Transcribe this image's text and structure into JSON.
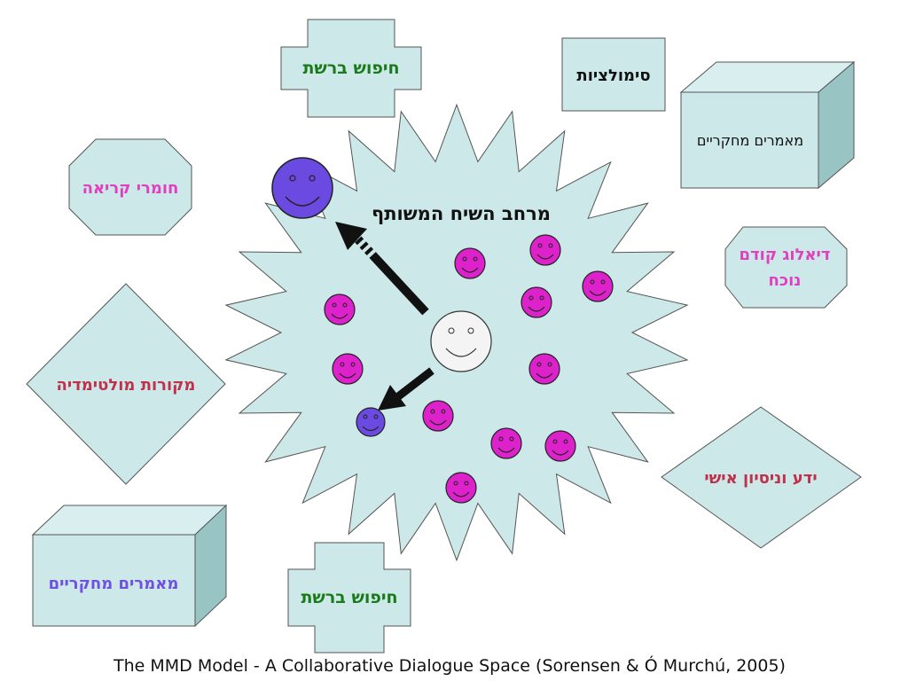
{
  "colors": {
    "shape_fill": "#cce8e8",
    "shape_side": "#99c4c4",
    "shape_top": "#d9eeee",
    "stroke": "#555555",
    "green": "#1a7a1a",
    "crimson": "#c0304a",
    "pink": "#e040c0",
    "violet": "#7050e0",
    "black": "#111111",
    "smiley_magenta": "#dd22cc",
    "smiley_blue": "#6a4ae0",
    "smiley_white": "#f4f4f4"
  },
  "center_label": "מרחב השיח המשותף",
  "nodes": {
    "search_top": "חיפוש ברשת",
    "simulations": "סימולציות",
    "articles_right": "מאמרים מחקריים",
    "reading": "חומרי קריאה",
    "prior_dialogue_line1": "דיאלוג קודם",
    "prior_dialogue_line2": "נוכח",
    "multimedia": "מקורות מולטימדיה",
    "knowledge": "ידע וניסיון אישי",
    "articles_left": "מאמרים מחקריים",
    "search_bottom": "חיפוש ברשת"
  },
  "caption": "The MMD Model - A Collaborative Dialogue Space (Sorensen & Ó Murchú, 2005)"
}
